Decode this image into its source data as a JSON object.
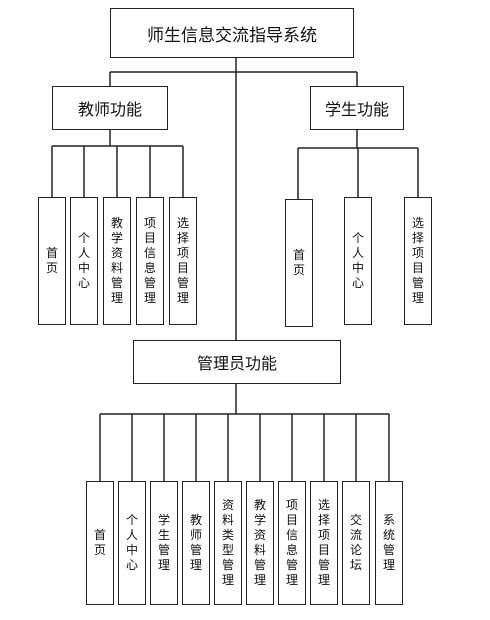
{
  "root": {
    "label": "师生信息交流指导系统"
  },
  "teacher": {
    "label": "教师功能",
    "children": [
      "首页",
      "个人中心",
      "教学资料管理",
      "项目信息管理",
      "选择项目管理"
    ]
  },
  "student": {
    "label": "学生功能",
    "children": [
      "首页",
      "个人中心",
      "选择项目管理"
    ]
  },
  "admin": {
    "label": "管理员功能",
    "children": [
      "首页",
      "个人中心",
      "学生管理",
      "教师管理",
      "资料类型管理",
      "教学资料管理",
      "项目信息管理",
      "选择项目管理",
      "交流论坛",
      "系统管理"
    ]
  }
}
